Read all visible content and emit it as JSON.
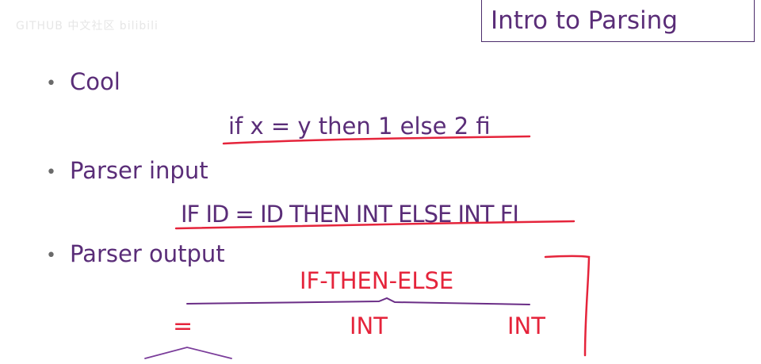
{
  "watermark": "GITHUB 中文社区 bilibili",
  "slide": {
    "title": "Intro to Parsing",
    "bullets": [
      {
        "label": "Cool",
        "example": "if x = y then 1 else 2 fi"
      },
      {
        "label": "Parser input",
        "example": "IF ID = ID THEN INT ELSE INT FI"
      },
      {
        "label": "Parser output"
      }
    ],
    "tree": {
      "root": "IF-THEN-ELSE",
      "children": [
        "=",
        "INT",
        "INT"
      ]
    }
  },
  "colors": {
    "text_purple": "#5a2d78",
    "ink_red": "#e5243b",
    "ink_purple": "#7a3c9a"
  }
}
